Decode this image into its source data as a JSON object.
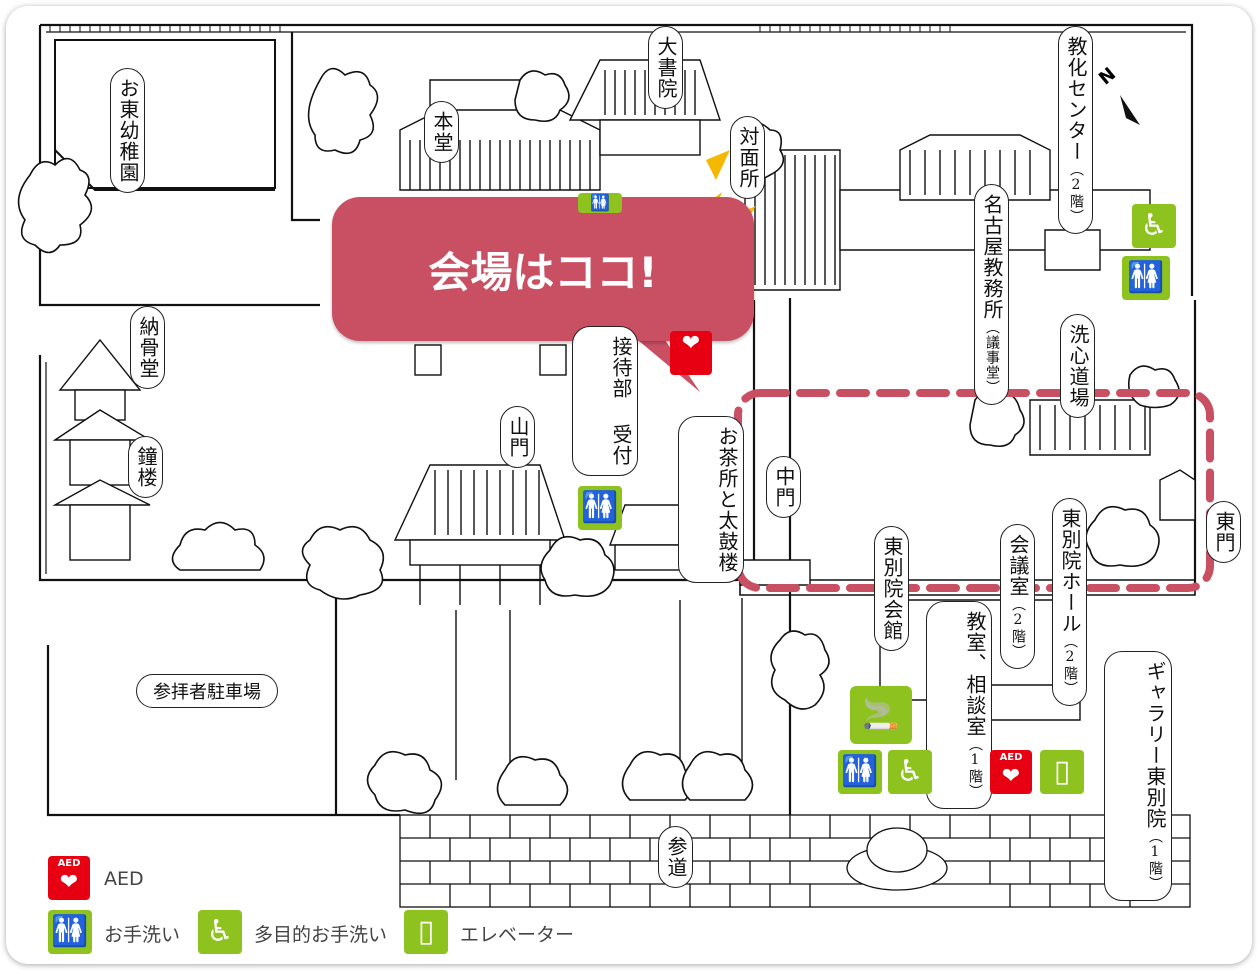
{
  "callout": {
    "text": "会場はココ!"
  },
  "colors": {
    "callout_bg": "#c94f63",
    "highlight_dash": "#c94f63",
    "accessibility_icon": "#8dc21f",
    "aed_icon": "#e60012",
    "sparkle": "#f5b800"
  },
  "compass": {
    "label": "N"
  },
  "places": {
    "higashi_kindergarten": "お東幼稚園",
    "hondo": "本堂",
    "daishoin": "大書院",
    "taimensho": "対面所",
    "kyoka_center": "教化センター",
    "kyoka_center_floor": "（2階）",
    "nagoya_kyomusho": "名古屋教務所",
    "nagoya_kyomusho_sub": "（議事堂）",
    "nokotsudo": "納骨堂",
    "shoro": "鐘楼",
    "settaibu": "接待部",
    "uketsuke": "受付",
    "sanmon": "山門",
    "ochadokoro": "お茶所と太鼓楼",
    "chumon": "中門",
    "senshin_dojo": "洗心道場",
    "higashibetsuin_kaikan": "東別院会館",
    "kaigishitsu": "会議室",
    "kaigishitsu_floor": "（2階）",
    "higashibetsuin_hall": "東別院ホール",
    "higashibetsuin_hall_floor": "（2階）",
    "higashimon": "東門",
    "kyoshitsu": "教室、相談室",
    "kyoshitsu_floor": "（1階）",
    "gallery": "ギャラリー東別院",
    "gallery_floor": "（1階）",
    "parking": "参拝者駐車場",
    "sando": "参道"
  },
  "icons": [
    "restroom-icon",
    "accessible-restroom-icon",
    "elevator-icon",
    "aed-icon",
    "smoking-area-icon"
  ],
  "legend": [
    {
      "icon": "aed-icon",
      "label": "AED"
    },
    {
      "icon": "restroom-icon",
      "label": "お手洗い"
    },
    {
      "icon": "accessible-restroom-icon",
      "label": "多目的お手洗い"
    },
    {
      "icon": "elevator-icon",
      "label": "エレベーター"
    }
  ]
}
